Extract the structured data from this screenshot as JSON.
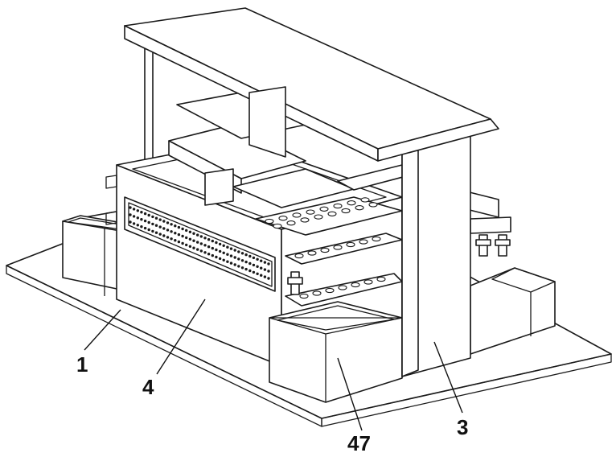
{
  "labels": [
    {
      "id": "1",
      "text": "1"
    },
    {
      "id": "4",
      "text": "4"
    },
    {
      "id": "47",
      "text": "47"
    },
    {
      "id": "3",
      "text": "3"
    }
  ]
}
